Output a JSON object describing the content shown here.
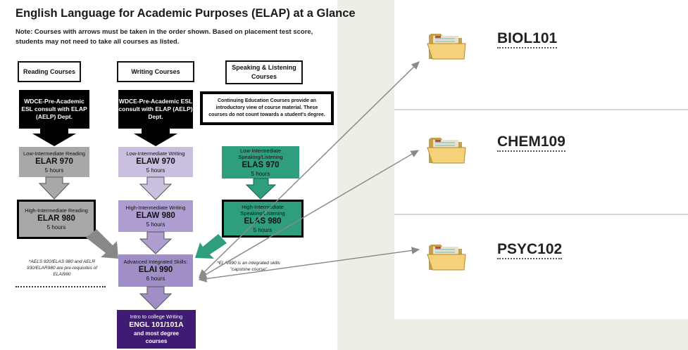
{
  "chart": {
    "title": "English Language for Academic Purposes (ELAP) at a Glance",
    "note": "Note: Courses with arrows must be taken in the order shown.  Based on placement test score, students may not need to take all courses as listed.",
    "headers": {
      "reading": "Reading Courses",
      "writing": "Writing Courses",
      "speaking": "Speaking & Listening Courses"
    },
    "wdce_reading": "WDCE-Pre-Academic ESL consult with ELAP (AELP) Dept.",
    "wdce_writing": "WDCE-Pre-Academic ESL consult with ELAP (AELP) Dept.",
    "continuing_ed": "Continuing Education Courses provide an introductory view of course material.  These courses do not count towards a student's degree.",
    "elar970": {
      "level": "Low-Intermediate Reading",
      "code": "ELAR 970",
      "hours": "5 hours"
    },
    "elar980": {
      "level": "High-Intermediate Reading",
      "code": "ELAR 980",
      "hours": "5 hours"
    },
    "elaw970": {
      "level": "Low-Intermediate Writing",
      "code": "ELAW 970",
      "hours": "5 hours"
    },
    "elaw980": {
      "level": "High-Intermediate Writing",
      "code": "ELAW 980",
      "hours": "5 hours"
    },
    "elas970": {
      "level": "Low-Intermediate Speaking/Listening",
      "code": "ELAS 970",
      "hours": "5 hours"
    },
    "elas980": {
      "level": "High-Intermediate Speaking/Listening",
      "code": "ELAS 980",
      "hours": "5 hours"
    },
    "elai990": {
      "level": "Advanced Integrated Skills:",
      "code": "ELAI 990",
      "hours": "6 hours"
    },
    "engl101": {
      "level": "Intro to college Writing",
      "code": "ENGL 101/101A",
      "extra": "and most degree courses"
    },
    "left_note": "*AELS 920/ELAS 980 and AELR 930/ELAR980 are pre-requisites of ELAI990",
    "right_note": "*ELAI990 is an integrated skills \"capstone course\""
  },
  "courses": [
    {
      "name": "BIOL101"
    },
    {
      "name": "CHEM109"
    },
    {
      "name": "PSYC102"
    }
  ],
  "colors": {
    "page_bg": "#eeede6",
    "gray_box": "#a8a8a8",
    "lavender_box": "#cbbfe0",
    "green_box": "#2e9e7f",
    "purple_box": "#a08fc6",
    "dark_purple_box": "#3f1b73",
    "connector_line": "#8a8a8a"
  }
}
